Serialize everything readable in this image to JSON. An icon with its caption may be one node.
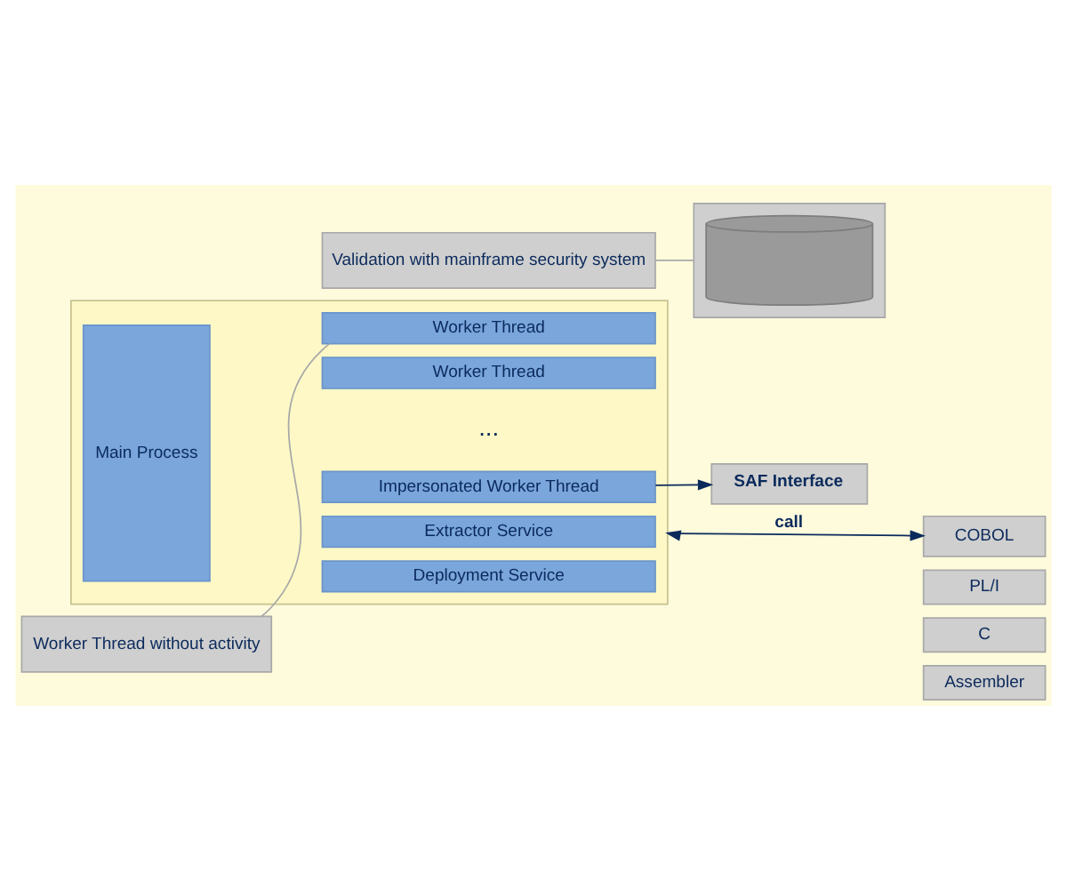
{
  "diagram": {
    "nodes": [
      {
        "text": [
          "Worker Thread without activity"
        ]
      },
      {
        "text": [],
        "shape": "box"
      },
      {
        "text": [
          "Main Process"
        ],
        "in": 1
      },
      {
        "text": [
          "Worker Thread"
        ],
        "in": 1
      },
      {
        "text": [
          "Worker Thread"
        ],
        "in": 1
      },
      {
        "text": [
          "Impersonated Worker Thread"
        ],
        "in": 1
      },
      {
        "text": [
          "Extractor Service"
        ],
        "in": 1
      },
      {
        "text": [
          "Deployment Service"
        ],
        "in": 1
      },
      {
        "text": [
          "Assembler"
        ]
      },
      {
        "text": [
          "C"
        ]
      },
      {
        "text": [
          "PL/I"
        ]
      },
      {
        "text": [
          "COBOL"
        ]
      },
      {
        "text": [
          "SAF Interface"
        ]
      },
      {
        "text": [],
        "shape": "box"
      },
      {
        "text": [],
        "shape": "cylinder",
        "in": 13
      },
      {
        "text": [
          "Validation with mainframe security system"
        ]
      }
    ],
    "edges": [
      {
        "from": 0,
        "to": 3,
        "arrow": "none",
        "color": "#a8a8a8"
      },
      {
        "from": 1,
        "to": 11,
        "arrow": "both",
        "label": "call",
        "color": "#0b2a5c"
      },
      {
        "from": 5,
        "to": 12,
        "arrow": "to",
        "color": "#0b2a5c"
      },
      {
        "from": 15,
        "to": 13,
        "arrow": "none",
        "color": "#a8a8a8"
      }
    ],
    "labels": [
      "..."
    ]
  }
}
